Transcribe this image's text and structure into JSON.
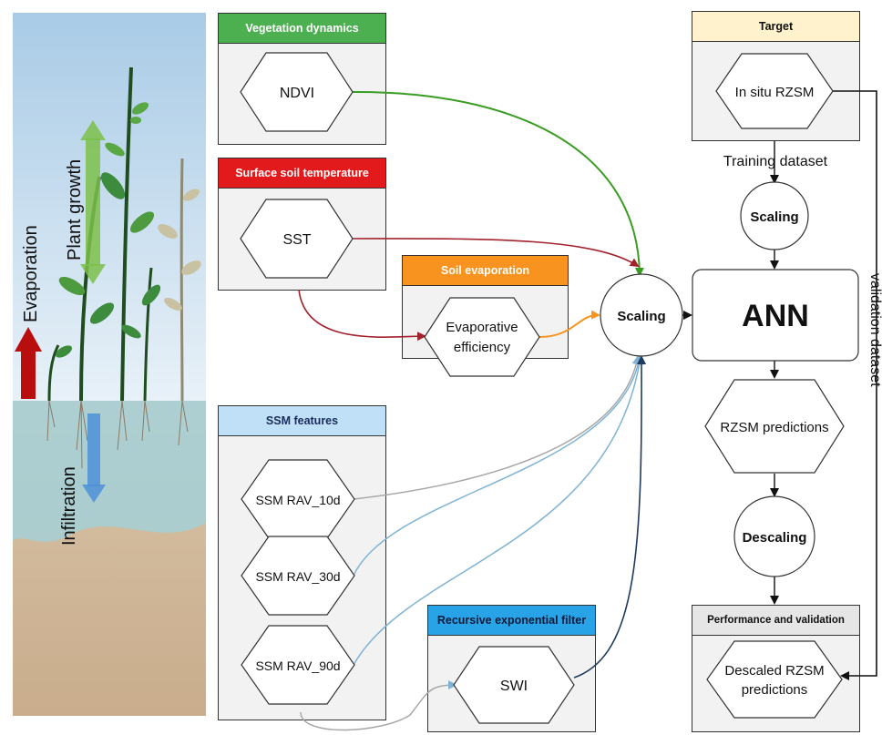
{
  "illustration": {
    "labels": {
      "evaporation": "Evaporation",
      "plant_growth": "Plant growth",
      "infiltration": "Infiltration"
    }
  },
  "panels": {
    "vegetation": {
      "title": "Vegetation dynamics",
      "color": "#4caf50",
      "node": "NDVI"
    },
    "surface_temp": {
      "title": "Surface soil temperature",
      "color": "#e31a1c",
      "node": "SST"
    },
    "soil_evap": {
      "title": "Soil evaporation",
      "color": "#f7931e",
      "node_lines": [
        "Evaporative",
        "efficiency"
      ]
    },
    "ssm": {
      "title": "SSM features",
      "color": "#bfe0f7",
      "nodes": [
        "SSM RAV_10d",
        "SSM RAV_30d",
        "SSM RAV_90d"
      ]
    },
    "ref": {
      "title": "Recursive exponential filter",
      "color": "#29a3e8",
      "node": "SWI"
    },
    "target": {
      "title": "Target",
      "color": "#fff2cc",
      "node": "In situ RZSM"
    },
    "perf": {
      "title": "Performance and validation",
      "color": "#e6e6e6",
      "node_lines": [
        "Descaled RZSM",
        "predictions"
      ]
    }
  },
  "flow": {
    "training_label": "Training dataset",
    "validation_label": "validation dataset",
    "scaling_center": "Scaling",
    "scaling_right": "Scaling",
    "ann": "ANN",
    "predictions": "RZSM predictions",
    "descaling": "Descaling"
  },
  "edge_colors": {
    "ndvi": "#3a9d23",
    "sst": "#a3222e",
    "evap": "#f7931e",
    "ssm": "#7fb3d5",
    "swi": "#1f3a5f"
  }
}
